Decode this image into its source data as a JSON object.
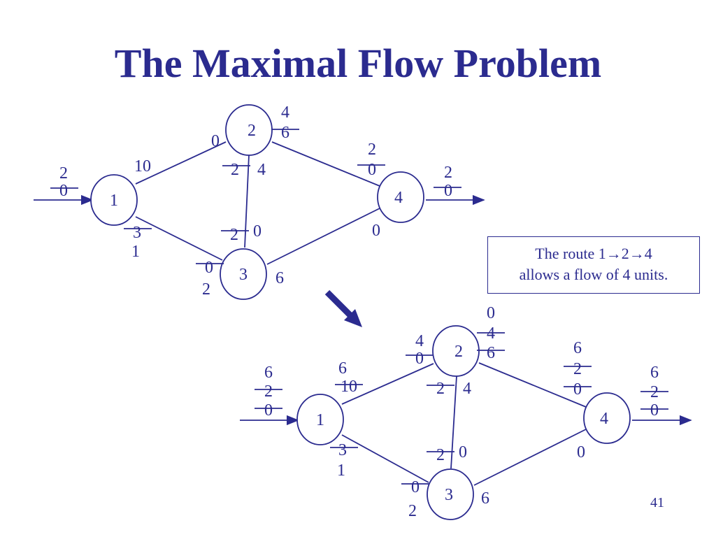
{
  "title": "The Maximal Flow Problem",
  "colors": {
    "ink": "#2b2b8f"
  },
  "note": {
    "line1": "The route 1→2→4",
    "line2": "allows a flow of 4 units."
  },
  "page_number": "41",
  "top_network": {
    "nodes": [
      "1",
      "2",
      "3",
      "4"
    ],
    "labels": {
      "src_in_2": "2",
      "src_in_0": "0",
      "n1_to_2": "10",
      "n1_to_3": "3",
      "n1_to_3_b": "1",
      "n2_in_0": "0",
      "n2_top_4": "4",
      "n2_top_6": "6",
      "n2_to_3_2": "2",
      "n2_to_3_4": "4",
      "n2_to_4_2": "2",
      "n2_to_4_0": "0",
      "n3_mid_2": "2",
      "n3_mid_0": "0",
      "n3_left_0": "0",
      "n3_left_2": "2",
      "n3_right_6": "6",
      "n4_bottom_0": "0",
      "sink_2": "2",
      "sink_0": "0"
    }
  },
  "bottom_network": {
    "nodes": [
      "1",
      "2",
      "3",
      "4"
    ],
    "labels": {
      "src_6": "6",
      "src_2": "2",
      "src_0": "0",
      "n1_to_2_6": "6",
      "n1_to_2_10": "10",
      "n1_to_3": "3",
      "n1_to_3_b": "1",
      "n2_left_4": "4",
      "n2_left_0": "0",
      "n2_top_0": "0",
      "n2_top_4": "4",
      "n2_top_6": "6",
      "n2_to_3_2": "2",
      "n2_to_3_4": "4",
      "n2_to_4_6": "6",
      "n2_to_4_2": "2",
      "n2_to_4_0": "0",
      "n3_mid_2": "2",
      "n3_mid_0": "0",
      "n3_left_0": "0",
      "n3_left_2": "2",
      "n3_right_6": "6",
      "n4_bottom_0": "0",
      "sink_6": "6",
      "sink_2": "2",
      "sink_0": "0"
    }
  }
}
